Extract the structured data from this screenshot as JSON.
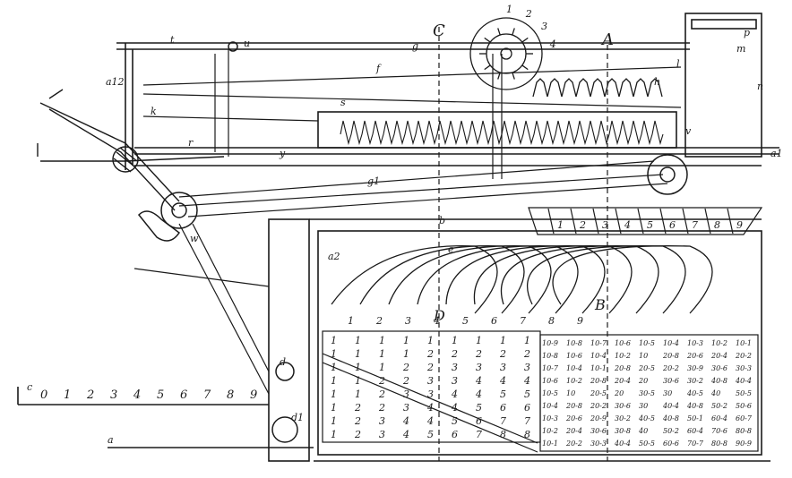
{
  "figure": {
    "section_letters": [
      "C",
      "A",
      "D",
      "B"
    ],
    "part_labels": [
      "a",
      "a1",
      "a2",
      "a12",
      "b",
      "c",
      "d",
      "d1",
      "e",
      "f",
      "g",
      "g1",
      "h",
      "k",
      "l",
      "m",
      "n",
      "p",
      "r",
      "s",
      "t",
      "u",
      "v",
      "w",
      "y"
    ],
    "crank_scale": [
      "0",
      "1",
      "2",
      "3",
      "4",
      "5",
      "6",
      "7",
      "8",
      "9"
    ],
    "wheel_digits": [
      "1",
      "2",
      "3",
      "4"
    ],
    "fan_digits": [
      "1",
      "2",
      "3",
      "4",
      "5",
      "6",
      "7",
      "8",
      "9"
    ],
    "arc_digits": [
      "1",
      "2",
      "3",
      "4",
      "5",
      "6",
      "7",
      "8",
      "9"
    ],
    "left_table": [
      [
        "1",
        "1",
        "1",
        "1",
        "1",
        "1",
        "1",
        "1",
        "1"
      ],
      [
        "1",
        "1",
        "1",
        "1",
        "2",
        "2",
        "2",
        "2",
        "2"
      ],
      [
        "1",
        "1",
        "1",
        "2",
        "2",
        "3",
        "3",
        "3",
        "3"
      ],
      [
        "1",
        "1",
        "2",
        "2",
        "3",
        "3",
        "4",
        "4",
        "4"
      ],
      [
        "1",
        "1",
        "2",
        "3",
        "3",
        "4",
        "4",
        "5",
        "5"
      ],
      [
        "1",
        "2",
        "2",
        "3",
        "4",
        "4",
        "5",
        "6",
        "6"
      ],
      [
        "1",
        "2",
        "3",
        "4",
        "4",
        "5",
        "6",
        "7",
        "7"
      ],
      [
        "1",
        "2",
        "3",
        "4",
        "5",
        "6",
        "7",
        "8",
        "8"
      ]
    ],
    "right_table": [
      [
        "10-9",
        "10-8",
        "10-7",
        "10-6",
        "10-5",
        "10-4",
        "10-3",
        "10-2",
        "10-1"
      ],
      [
        "10-8",
        "10-6",
        "10-4",
        "10-2",
        "10",
        "20-8",
        "20-6",
        "20-4",
        "20-2"
      ],
      [
        "10-7",
        "10-4",
        "10-1",
        "20-8",
        "20-5",
        "20-2",
        "30-9",
        "30-6",
        "30-3"
      ],
      [
        "10-6",
        "10-2",
        "20-8",
        "20-4",
        "20",
        "30-6",
        "30-2",
        "40-8",
        "40-4"
      ],
      [
        "10-5",
        "10",
        "20-5",
        "20",
        "30-5",
        "30",
        "40-5",
        "40",
        "50-5"
      ],
      [
        "10-4",
        "20-8",
        "20-2",
        "30-6",
        "30",
        "40-4",
        "40-8",
        "50-2",
        "50-6"
      ],
      [
        "10-3",
        "20-6",
        "20-9",
        "30-2",
        "40-5",
        "40-8",
        "50-1",
        "60-4",
        "60-7"
      ],
      [
        "10-2",
        "20-4",
        "30-6",
        "30-8",
        "40",
        "50-2",
        "60-4",
        "70-6",
        "80-8"
      ],
      [
        "10-1",
        "20-2",
        "30-3",
        "40-4",
        "50-5",
        "60-6",
        "70-7",
        "80-8",
        "90-9"
      ]
    ],
    "colors": {
      "ink": "#1a1a1a",
      "paper": "#ffffff"
    }
  }
}
